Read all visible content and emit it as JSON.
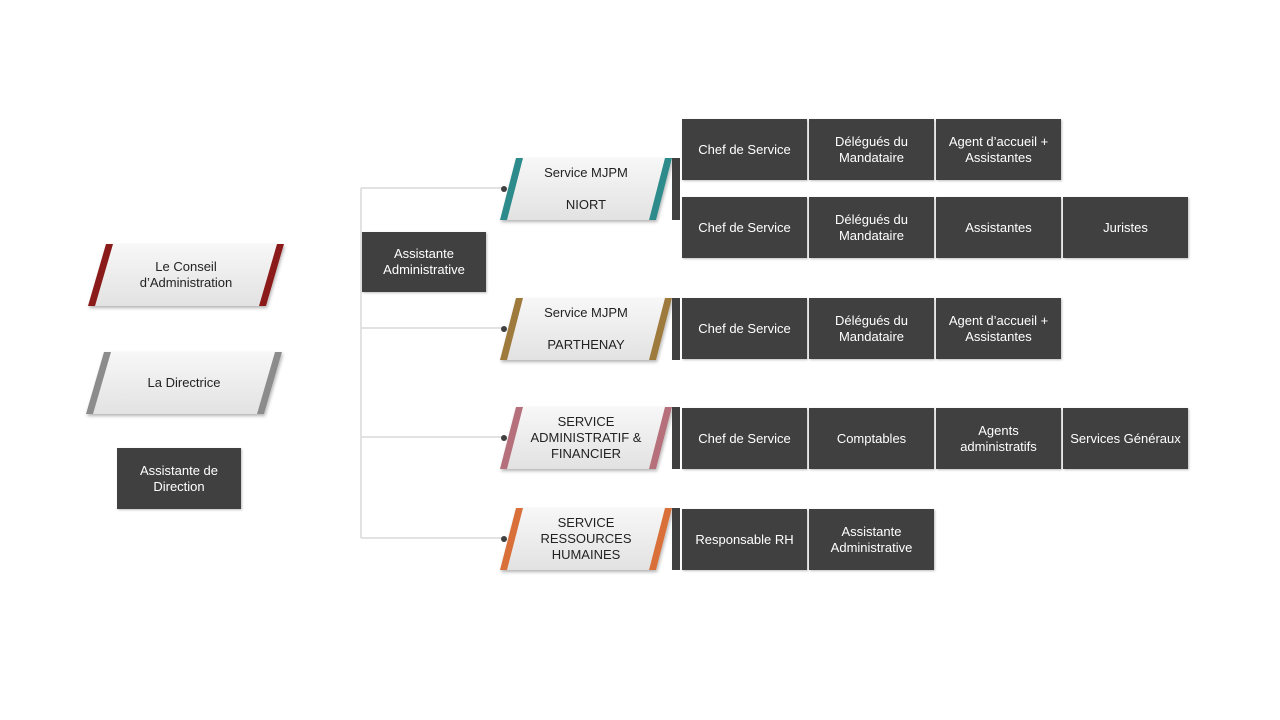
{
  "left": {
    "conseil": {
      "label": "Le Conseil\nd’Administration",
      "color": "#8b1a1a"
    },
    "directrice": {
      "label": "La Directrice",
      "color": "#8c8c8c"
    },
    "assistante_direction": "Assistante de\nDirection"
  },
  "center": {
    "assistante_admin": "Assistante\nAdministrative"
  },
  "services": [
    {
      "label": "Service MJPM\n\nNIORT",
      "color": "#2e8b8b",
      "rows": [
        [
          "Chef de Service",
          "Délégués du\nMandataire",
          "Agent d’accueil +\nAssistantes"
        ],
        [
          "Chef de Service",
          "Délégués du\nMandataire",
          "Assistantes",
          "Juristes"
        ]
      ]
    },
    {
      "label": "Service MJPM\n\nPARTHENAY",
      "color": "#9e7b3c",
      "rows": [
        [
          "Chef de Service",
          "Délégués du\nMandataire",
          "Agent d’accueil +\nAssistantes"
        ]
      ]
    },
    {
      "label": "SERVICE\nADMINISTRATIF &\nFINANCIER",
      "color": "#b5707c",
      "rows": [
        [
          "Chef de Service",
          "Comptables",
          "Agents\nadministratifs",
          "Services Généraux"
        ]
      ]
    },
    {
      "label": "SERVICE\nRESSOURCES\nHUMAINES",
      "color": "#d9703a",
      "rows": [
        [
          "Responsable RH",
          "Assistante\nAdministrative"
        ]
      ]
    }
  ]
}
